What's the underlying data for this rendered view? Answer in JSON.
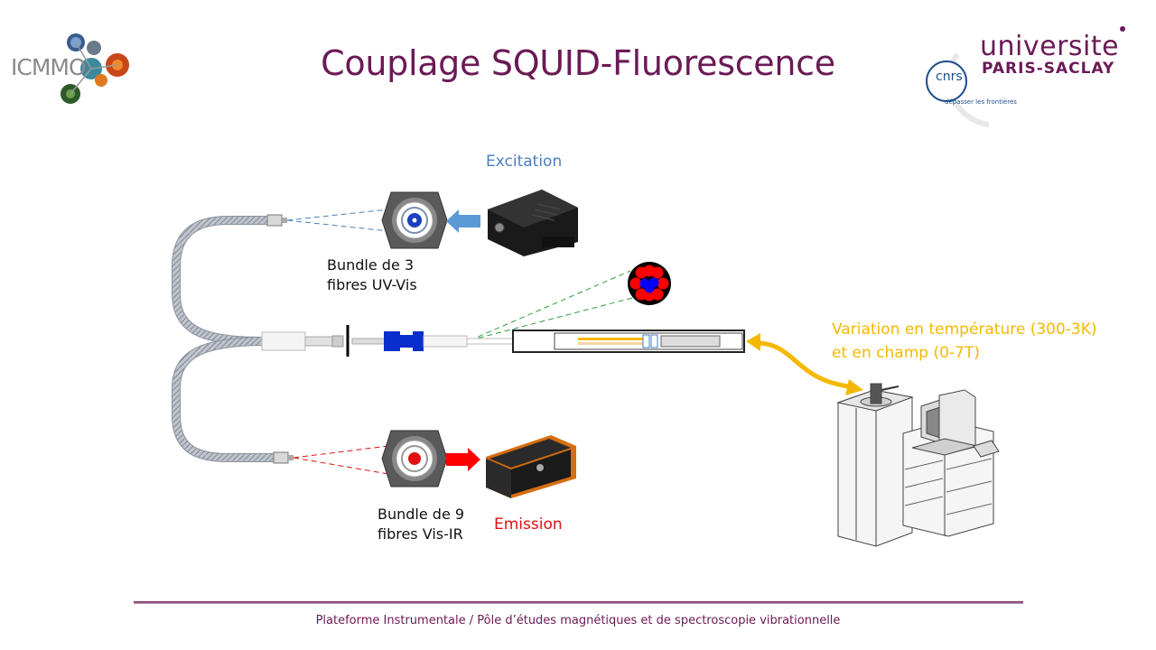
{
  "slide": {
    "title": "Couplage SQUID-Fluorescence",
    "footer": "Plateforme Instrumentale / Pôle d’études magnétiques et de spectroscopie vibrationnelle"
  },
  "logos": {
    "icmmo": "ICMMO",
    "universite_line1": "universite",
    "universite_line2": "PARIS-SACLAY",
    "cnrs": "cnrs",
    "cnrs_tagline": "dépasser les frontières"
  },
  "diagram": {
    "excitation_label": "Excitation",
    "emission_label": "Emission",
    "bundle3_line1": "Bundle de 3",
    "bundle3_line2": "fibres UV-Vis",
    "bundle9_line1": "Bundle de 9",
    "bundle9_line2": "fibres Vis-IR",
    "variation_line1": "Variation en température  (300-3K)",
    "variation_line2": "et en champ (0-7T)"
  },
  "colors": {
    "title": "#6b1a55",
    "excitation": "#4a7fc0",
    "emission": "#e01010",
    "variation": "#f5b800",
    "fiber_red": "#ff0000",
    "fiber_blue": "#0000ff",
    "connector_blue": "#0a2ecc"
  },
  "icons": [
    "icmmo-logo",
    "universite-paris-saclay-logo",
    "cnrs-logo",
    "light-source-device",
    "spectrometer-device",
    "squid-magnetometer"
  ]
}
